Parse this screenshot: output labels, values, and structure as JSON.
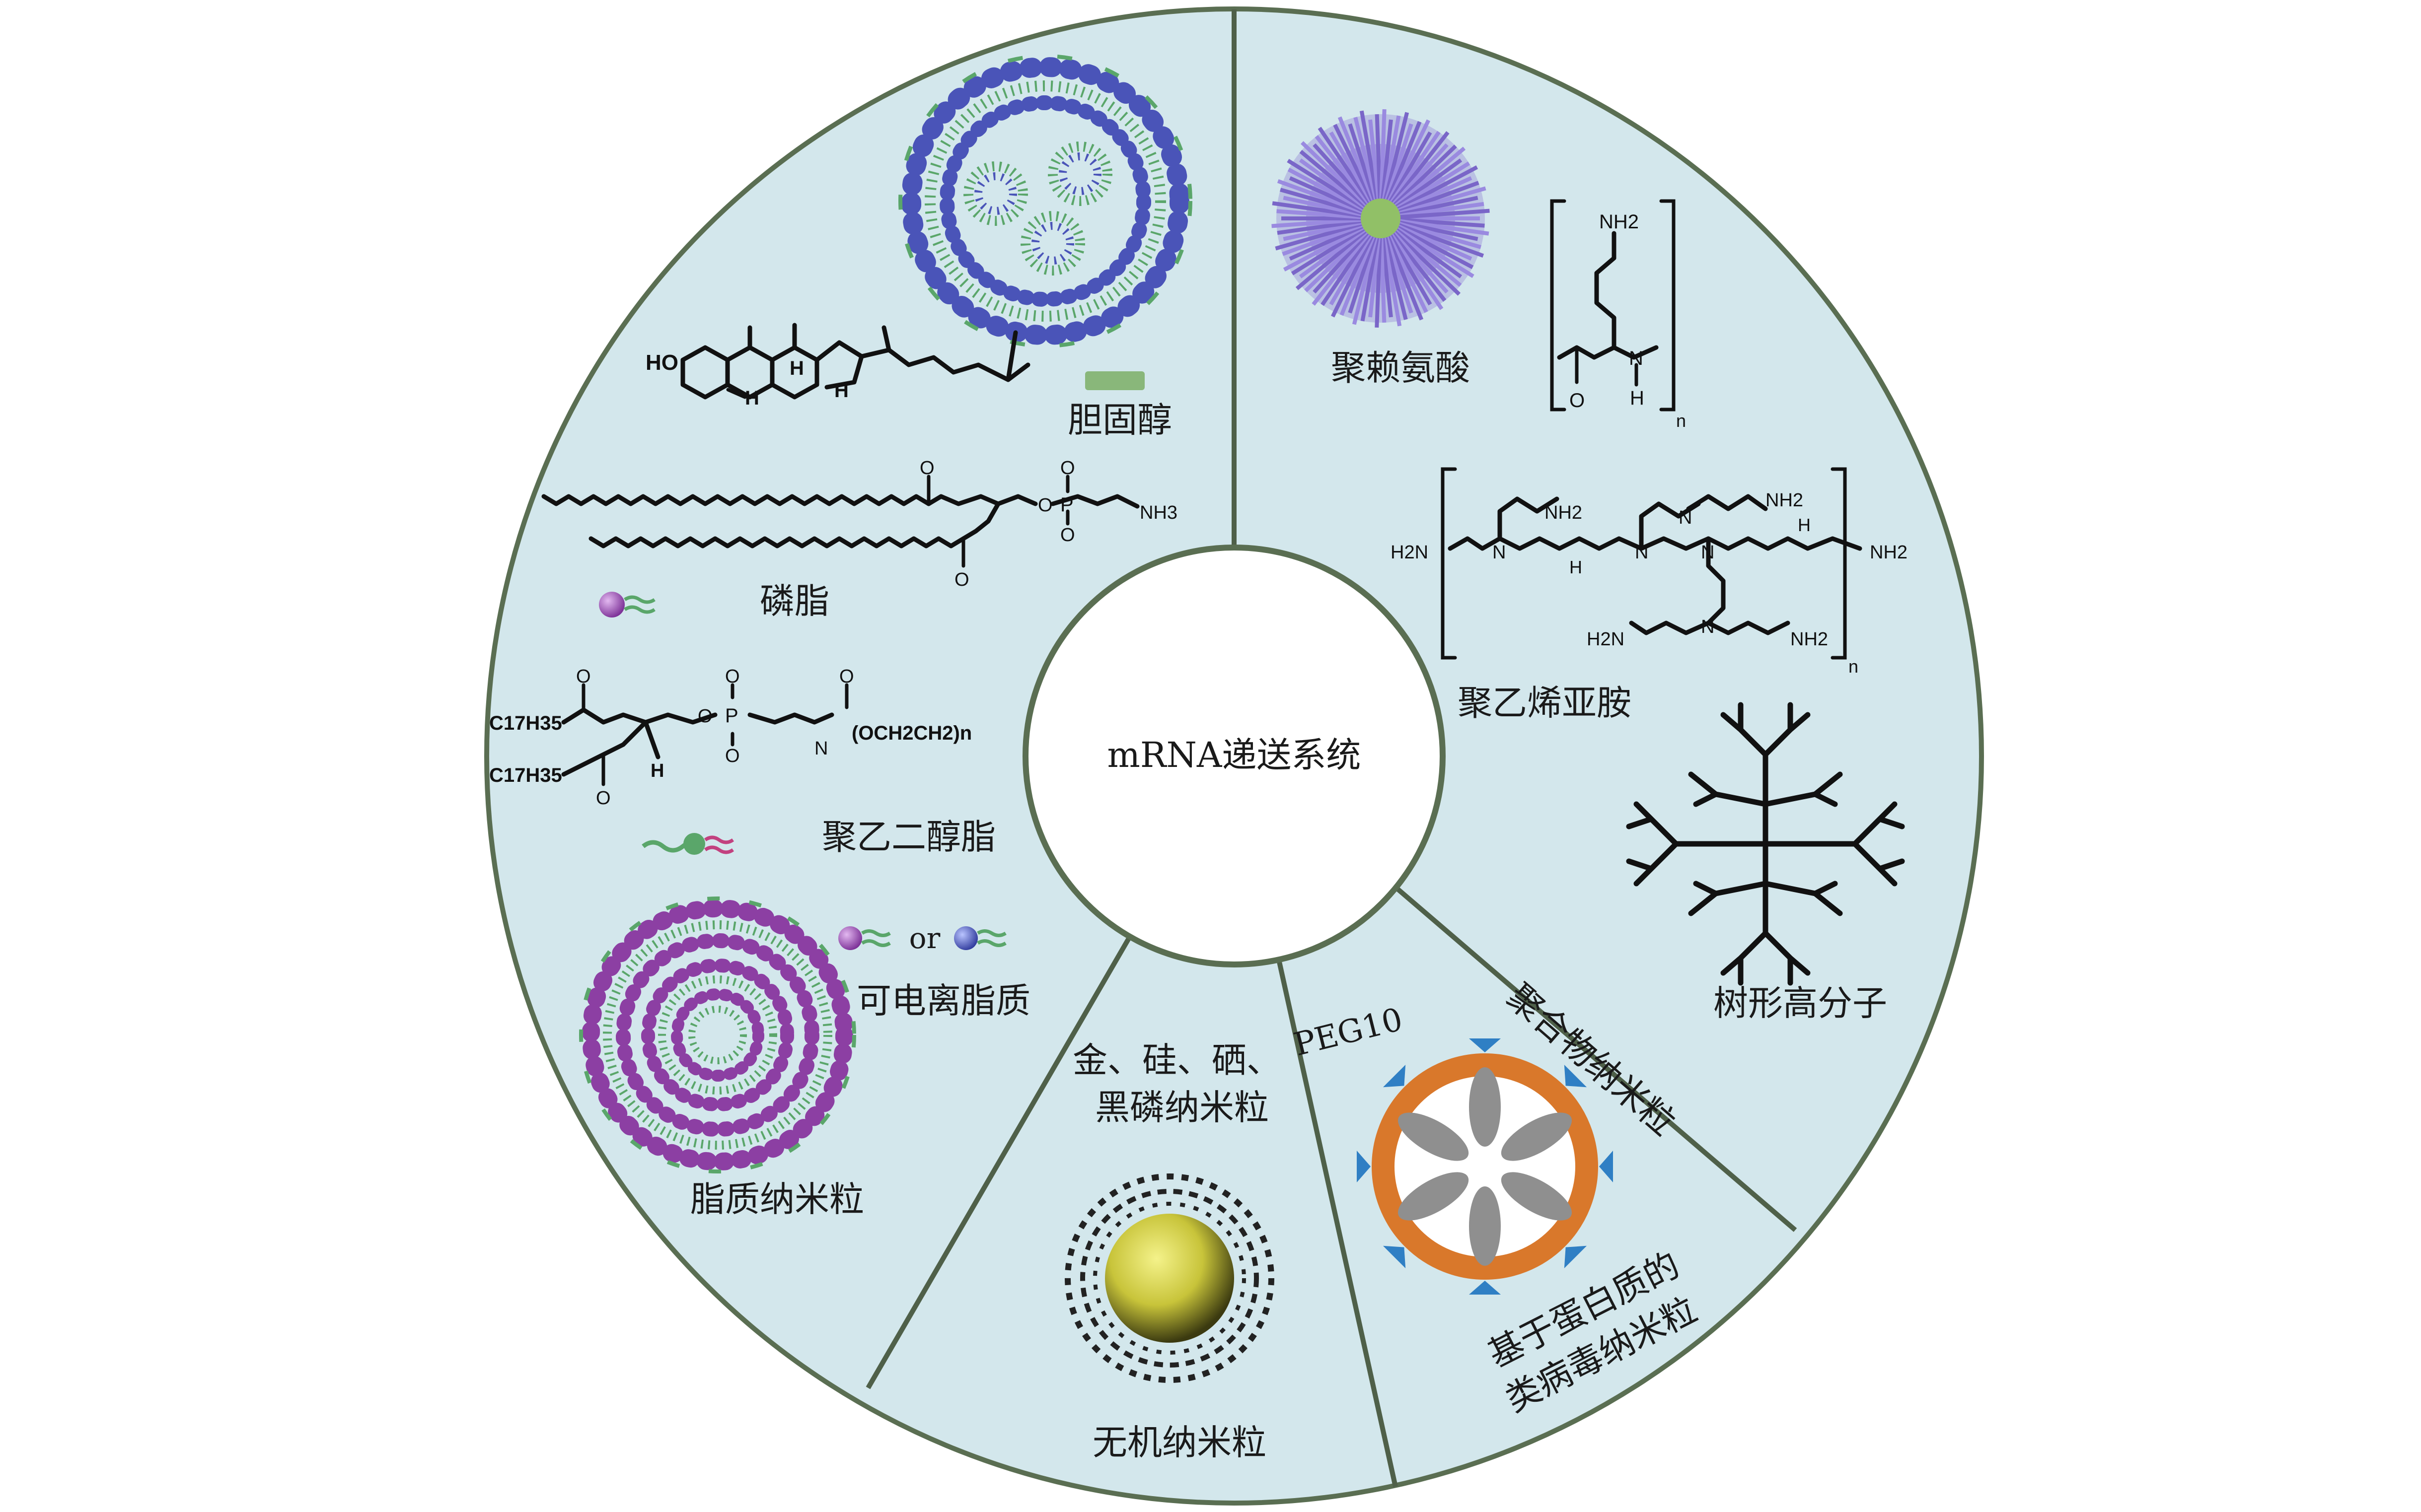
{
  "center_label": "mRNA递送系统",
  "sectors": {
    "lipid": {
      "title": "脂质纳米粒",
      "components": {
        "cholesterol": "胆固醇",
        "phospholipid": "磷脂",
        "peg_lipid": "聚乙二醇脂",
        "ionizable_lipid": "可电离脂质",
        "or_word": "or"
      },
      "chem_text": {
        "ho": "HO",
        "h": "H",
        "c17h35": "C17H35",
        "o": "O",
        "p": "P",
        "nh3": "NH3",
        "n": "N",
        "peg_chain": "(OCH2CH2)n",
        "n_sub": "n"
      }
    },
    "polymer": {
      "title": "聚合物纳米粒",
      "components": {
        "polylysine": "聚赖氨酸",
        "pei": "聚乙烯亚胺",
        "dendrimer": "树形高分子"
      },
      "chem_text": {
        "nh2": "NH2",
        "h2n": "H2N",
        "n": "N",
        "h": "H",
        "o": "O",
        "n_sub": "n"
      }
    },
    "protein": {
      "title_line1": "基于蛋白质的",
      "title_line2": "类病毒纳米粒",
      "peg10": "PEG10"
    },
    "inorganic": {
      "title": "无机纳米粒",
      "materials_line1": "金、硅、硒、",
      "materials_line2": "黑磷纳米粒"
    }
  },
  "colors": {
    "disc_fill": "#d3e7ec",
    "disc_stroke": "#5a6e52",
    "divider": "#4f6049",
    "center_fill": "#ffffff",
    "lipid_purple": "#8c3fa3",
    "lipid_blue": "#4a54b8",
    "lipid_green": "#5aa66a",
    "cholesterol_green": "#89b77a",
    "core_gold": "#c8c43a",
    "capsid_orange": "#d9782b",
    "capsid_blue": "#2f7fc4",
    "petal_grey": "#8f8f8f",
    "polymer_purple": "#8c7bd4"
  }
}
